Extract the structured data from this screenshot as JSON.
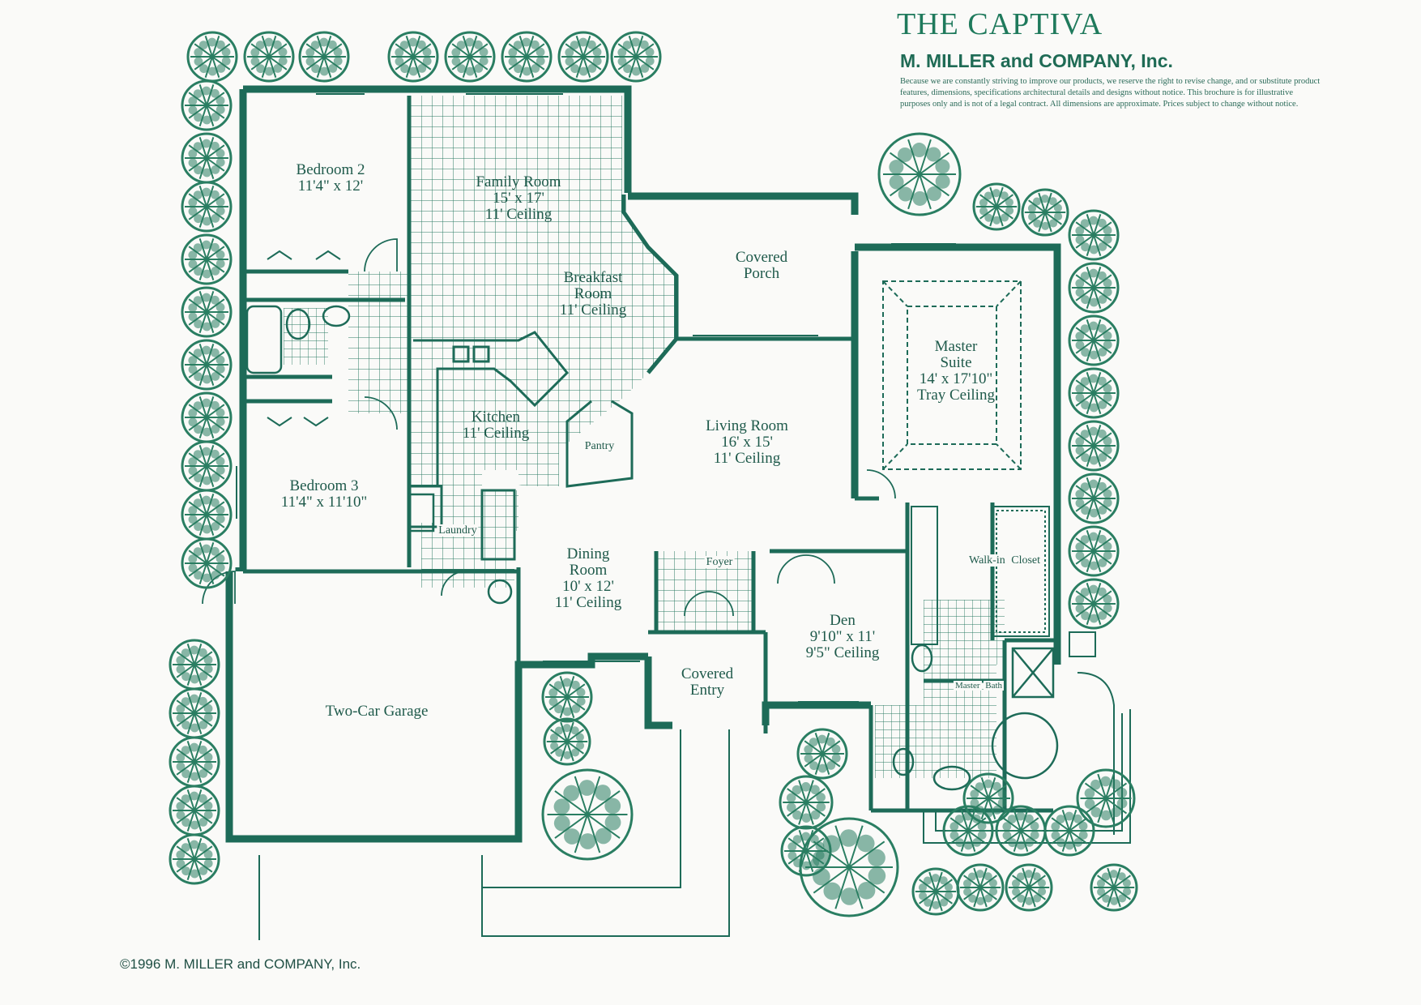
{
  "header": {
    "title": "THE CAPTIVA",
    "company": "M. MILLER and COMPANY, Inc.",
    "disclaimer": "Because we are constantly striving to improve our products, we reserve the right to revise change, and or substitute product features, dimensions, specifications architectural details and designs without notice. This brochure is for illustrative purposes only and is not of a legal contract. All dimensions are approximate. Prices subject to change without notice."
  },
  "footer": {
    "copyright": "©1996 M. MILLER and COMPANY, Inc."
  },
  "rooms": {
    "bedroom2": {
      "name": "Bedroom 2",
      "size": "11'4\" x 12'"
    },
    "family": {
      "name": "Family Room",
      "size": "15' x 17'",
      "ceiling": "11' Ceiling"
    },
    "breakfast": {
      "name": "Breakfast",
      "name2": "Room",
      "ceiling": "11' Ceiling"
    },
    "porch": {
      "name": "Covered",
      "name2": "Porch"
    },
    "master": {
      "name": "Master",
      "name2": "Suite",
      "size": "14' x 17'10\"",
      "ceiling": "Tray Ceiling"
    },
    "kitchen": {
      "name": "Kitchen",
      "ceiling": "11' Ceiling"
    },
    "pantry": {
      "name": "Pantry"
    },
    "living": {
      "name": "Living Room",
      "size": "16' x 15'",
      "ceiling": "11' Ceiling"
    },
    "bedroom3": {
      "name": "Bedroom 3",
      "size": "11'4\" x 11'10\""
    },
    "laundry": {
      "name": "Laundry"
    },
    "dining": {
      "name": "Dining",
      "name2": "Room",
      "size": "10' x 12'",
      "ceiling": "11' Ceiling"
    },
    "foyer": {
      "name": "Foyer"
    },
    "walkin": {
      "name": "Walk-in",
      "name2": "Closet"
    },
    "den": {
      "name": "Den",
      "size": "9'10\" x 11'",
      "ceiling": "9'5\" Ceiling"
    },
    "entry": {
      "name": "Covered",
      "name2": "Entry"
    },
    "masterbath": {
      "name": "Master",
      "name2": "Bath"
    },
    "garage": {
      "name": "Two-Car Garage"
    }
  },
  "colors": {
    "ink": "#1f6b55",
    "wall": "#1d6b58",
    "tree": "#2a7e62",
    "paper": "#fafaf8"
  }
}
